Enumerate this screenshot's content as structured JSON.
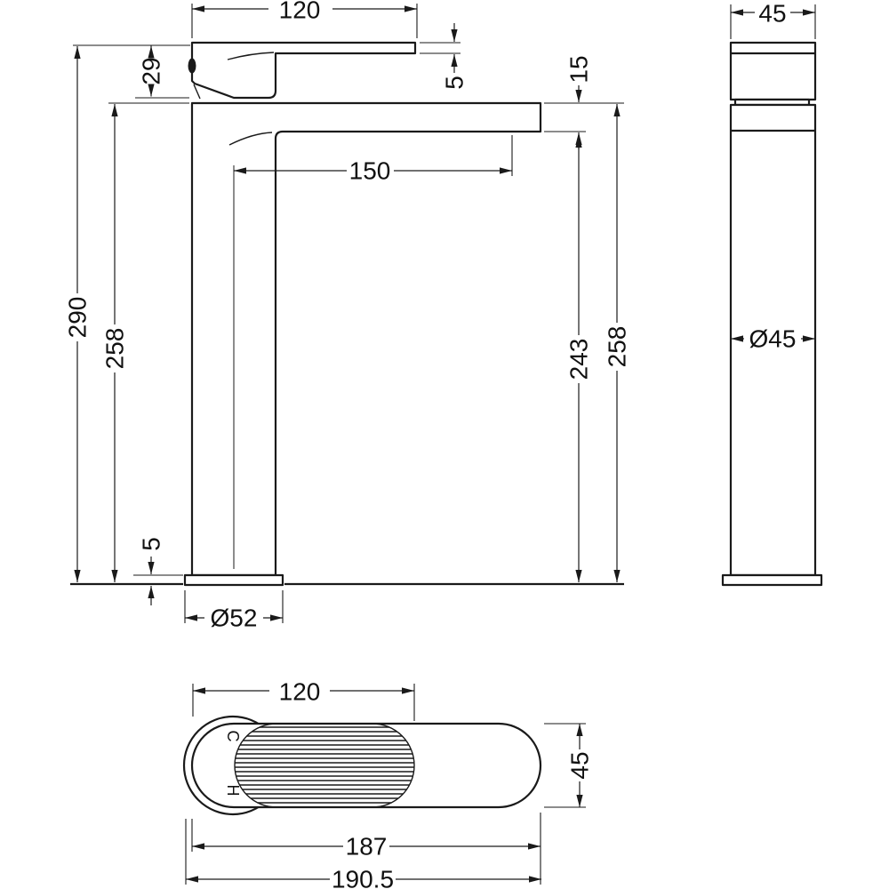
{
  "front": {
    "handle_length": "120",
    "handle_tip_thickness": "5",
    "handle_height": "29",
    "overall_height": "290",
    "spout_top_height_left": "258",
    "spout_reach": "150",
    "spout_thickness": "15",
    "spout_underside_height": "243",
    "spout_top_height_right": "258",
    "base_thickness": "5",
    "base_diameter": "Ø52"
  },
  "side": {
    "handle_width": "45",
    "body_diameter": "Ø45"
  },
  "plan": {
    "handle_length": "120",
    "body_width": "45",
    "body_length": "187",
    "overall_length": "190.5",
    "cold_label": "C",
    "hot_label": "H"
  },
  "colors": {
    "line": "#1a1a1a",
    "background": "#ffffff"
  }
}
